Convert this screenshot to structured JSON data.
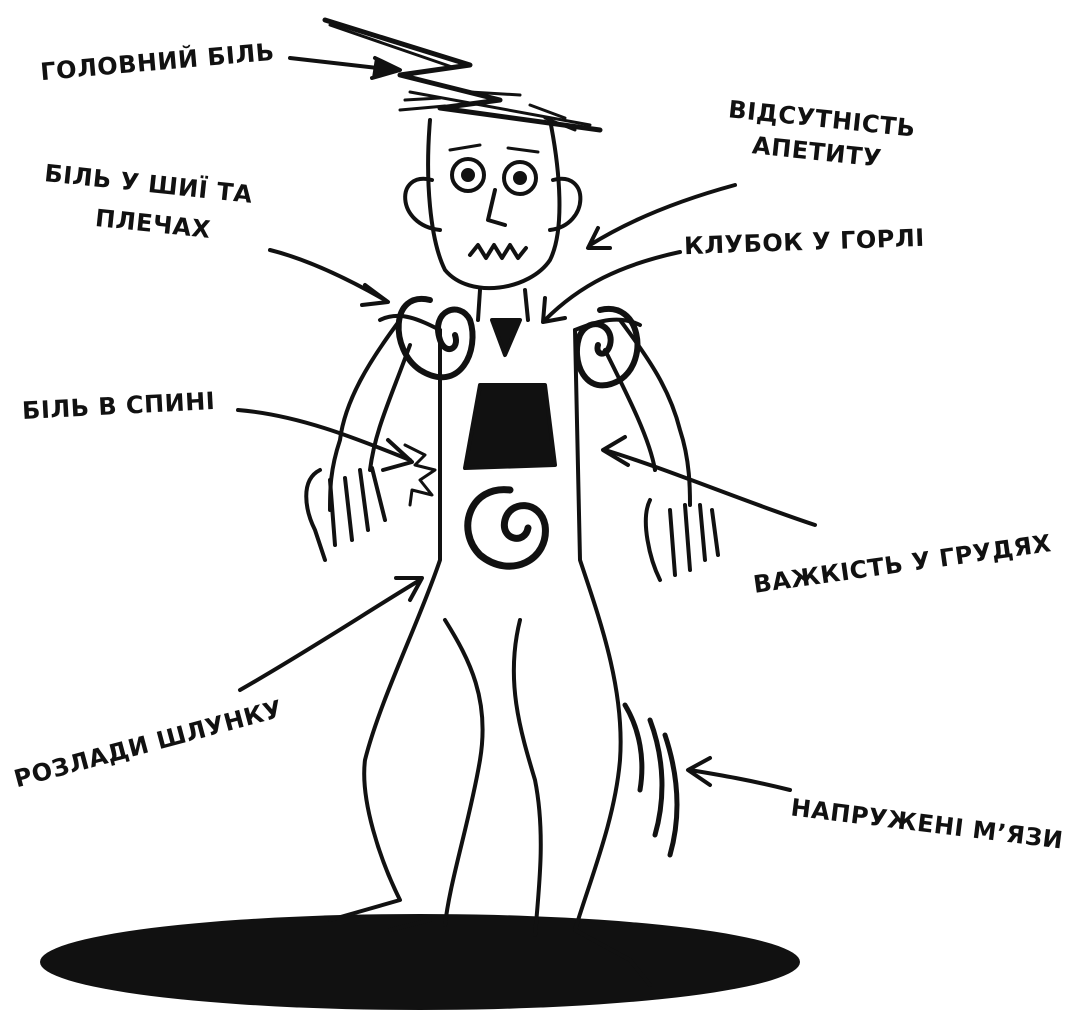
{
  "labels": {
    "headache": "ГОЛОВНИЙ БІЛЬ",
    "no_appetite_line1": "ВІДСУТНІСТЬ",
    "no_appetite_line2": "АПЕТИТУ",
    "neck_pain_line1": "БІЛЬ У ШИЇ ТА",
    "neck_pain_line2": "ПЛЕЧАХ",
    "throat_lump": "КЛУБОК У ГОРЛІ",
    "back_pain": "БІЛЬ В СПИНІ",
    "chest_heaviness": "ВАЖКІСТЬ У ГРУДЯХ",
    "stomach": "РОЗЛАДИ ШЛУНКУ",
    "muscles": "НАПРУЖЕНІ М’ЯЗИ"
  },
  "colors": {
    "ink": "#111111",
    "background": "#ffffff"
  }
}
